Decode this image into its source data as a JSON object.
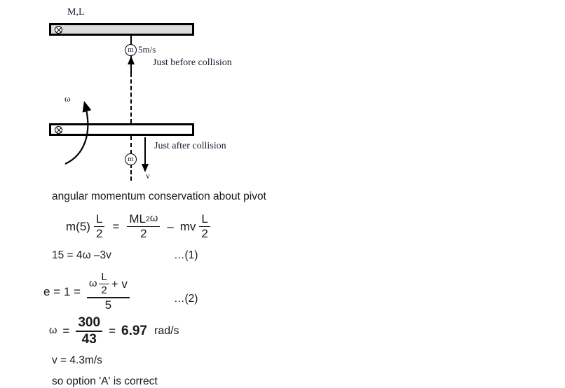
{
  "figure": {
    "rod_label": "M,L",
    "pivot_symbol": "⊗",
    "mass_label": "m",
    "speed_label": "5m/s",
    "caption_before": "Just before collision",
    "caption_after": "Just after collision",
    "omega_label": "ω",
    "v_label": "v",
    "colors": {
      "rod_top_fill": "#dcdcdc",
      "rod_bottom_fill": "#ffffff",
      "stroke": "#000000",
      "serif_text": "#1a1a2e"
    }
  },
  "solution": {
    "heading": "angular momentum conservation about pivot",
    "eq1": {
      "lhs_m": "m(5)",
      "lhs_frac_num": "L",
      "lhs_frac_den": "2",
      "equals": "=",
      "rhs1_num_M": "ML",
      "rhs1_num_exp": "2",
      "rhs1_num_omega": "ω",
      "rhs1_den": "2",
      "minus": "–",
      "rhs2_mv": "mv",
      "rhs2_num": "L",
      "rhs2_den": "2"
    },
    "eq1_simplified": "15 = 4ω –3v",
    "ref1": "…(1)",
    "eq2": {
      "lhs": "e = 1 =",
      "num_omega": "ω",
      "num_frac_num": "L",
      "num_frac_den": "2",
      "num_plus_v": "+ v",
      "den": "5"
    },
    "ref2": "…(2)",
    "eq3": {
      "lhs_omega": "ω",
      "equals1": "=",
      "frac_num": "300",
      "frac_den": "43",
      "equals2": "=",
      "value": "6.97",
      "unit": "rad/s"
    },
    "v_result": "v = 4.3m/s",
    "conclusion": "so option 'A' is correct"
  }
}
